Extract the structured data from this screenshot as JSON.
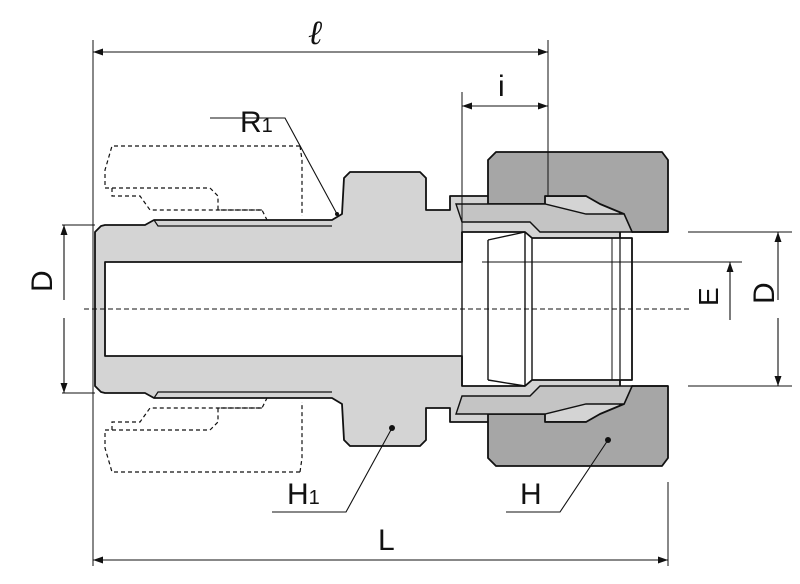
{
  "labels": {
    "overall_ell": "ℓ",
    "insertion_i": "i",
    "thread_r": "R",
    "thread_r_sub": "1",
    "tube_d_left": "D",
    "bore_e": "E",
    "tube_d_right": "D",
    "hex_h1": "H",
    "hex_h1_sub": "1",
    "nut_h": "H",
    "length_l": "L"
  },
  "colors": {
    "body_fill": "#d4d4d4",
    "nut_fill": "#a6a6a6",
    "line": "#111111",
    "bore_fill": "#ffffff"
  }
}
